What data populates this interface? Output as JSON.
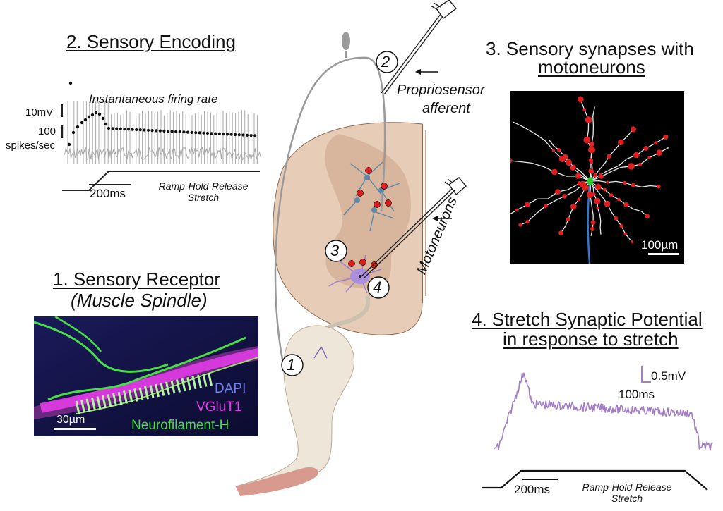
{
  "panel2": {
    "title": "2. Sensory Encoding",
    "rate_label": "Instantaneous firing rate",
    "voltage_scale": "10mV",
    "rate_scale": "100",
    "rate_unit": "spikes/sec",
    "time_scale": "200ms",
    "stimulus_line1": "Ramp-Hold-Release",
    "stimulus_line2": "Stretch"
  },
  "panel1": {
    "title_line1": "1. Sensory Receptor",
    "title_line2": "(Muscle Spindle)",
    "stain_1": "DAPI",
    "stain_2": "VGluT1",
    "stain_3": "Neurofilament-H",
    "scale_bar": "30µm",
    "color_dapi": "#6f7fe8",
    "color_vglut1": "#e23ce6",
    "color_nfh": "#46e046"
  },
  "panel3": {
    "title_line1": "3. Sensory synapses with",
    "title_line2": "motoneurons",
    "scale_bar": "100µm"
  },
  "panel4": {
    "title_line1": "4. Stretch Synaptic Potential",
    "title_line2": "in response to stretch",
    "voltage_scale": "0.5mV",
    "time_scale": "100ms",
    "stim_time_scale": "200ms",
    "stimulus_line1": "Ramp-Hold-Release",
    "stimulus_line2": "Stretch",
    "trace_color": "#a47fc6"
  },
  "center": {
    "proprio_line1": "Propriosensor",
    "proprio_line2": "afferent",
    "motoneurons": "Motoneurons",
    "markers": [
      "1",
      "2",
      "3",
      "4"
    ],
    "spinal_color": "#e7cdb7",
    "gray_matter_color": "#d8b59d"
  }
}
